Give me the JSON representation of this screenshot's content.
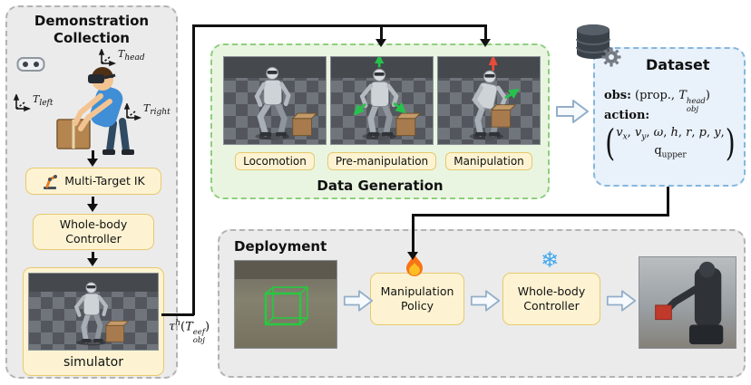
{
  "figure": {
    "demo": {
      "title": "Demonstration Collection",
      "frame_head": {
        "base": "T",
        "sub": "head"
      },
      "frame_left": {
        "base": "T",
        "sub": "left"
      },
      "frame_right": {
        "base": "T",
        "sub": "right"
      },
      "ik_label": "Multi-Target IK",
      "wbc_label": "Whole-body Controller",
      "simulator_label": "simulator"
    },
    "tau": {
      "base": "τ",
      "sup": "h",
      "open": "(",
      "t": "T",
      "t_sup": "eef",
      "t_sub": "obj",
      "close": ")"
    },
    "datagen": {
      "title": "Data Generation",
      "stages": [
        {
          "label": "Locomotion"
        },
        {
          "label": "Pre-manipulation"
        },
        {
          "label": "Manipulation"
        }
      ]
    },
    "dataset": {
      "title": "Dataset",
      "obs_label": "obs:",
      "obs_open": "(prop., ",
      "obs_t": "T",
      "obs_t_sup": "head",
      "obs_t_sub": "obj",
      "obs_close": ")",
      "action_label": "action:",
      "paren_open": "(",
      "paren_close": ")",
      "terms": [
        {
          "b": "v",
          "s": "x",
          "sep": ", "
        },
        {
          "b": "v",
          "s": "y",
          "sep": ", "
        },
        {
          "b": "ω",
          "s": "",
          "sep": ", "
        },
        {
          "b": "h",
          "s": "",
          "sep": ", "
        },
        {
          "b": "r",
          "s": "",
          "sep": ", "
        },
        {
          "b": "p",
          "s": "",
          "sep": ", "
        },
        {
          "b": "y",
          "s": "",
          "sep": ","
        }
      ],
      "term2": {
        "b": "q",
        "s": "upper"
      }
    },
    "deploy": {
      "title": "Deployment",
      "policy_label": "Manipulation Policy",
      "wbc_label": "Whole-body Controller",
      "snowflake_char": "❄"
    },
    "colors": {
      "box_yellow": "#fdf3d2",
      "box_yellow_border": "#e7c96e",
      "panel_green_border": "#8fce7f",
      "panel_blue_border": "#86b7dd",
      "wireframe_green": "#28c840",
      "flame_orange": "#f97316",
      "snow_blue": "#41a8f0"
    }
  }
}
